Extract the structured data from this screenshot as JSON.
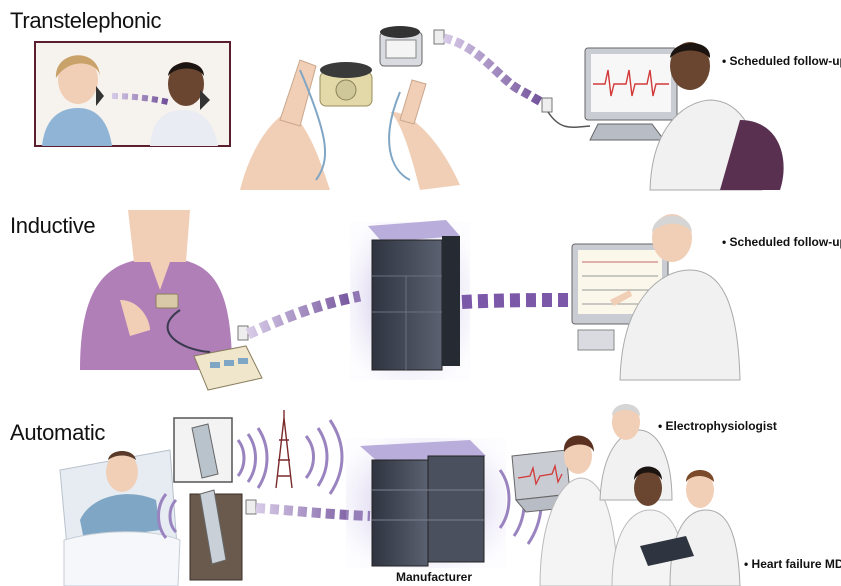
{
  "rows": [
    {
      "title": "Transtelephonic",
      "notes": [
        "• Scheduled follow-up"
      ]
    },
    {
      "title": "Inductive",
      "notes": [
        "• Scheduled follow-up"
      ]
    },
    {
      "title": "Automatic",
      "notes": [
        "• Electrophysiologist",
        "• Heart failure MD"
      ]
    }
  ],
  "server_caption": "Manufacturer",
  "colors": {
    "signal": "#8a68b0",
    "signal_light": "#cfc0e3",
    "server_dark": "#3e4452",
    "server_glow": "#b9addb",
    "skin": "#f1cfb6",
    "shirt_purple": "#b07fb8",
    "screen_trace": "#d23a3a"
  },
  "icons": [
    "telephone-icon",
    "magnet-programmer-icon",
    "server-rack-icon",
    "cell-tower-icon",
    "monitor-icon"
  ]
}
